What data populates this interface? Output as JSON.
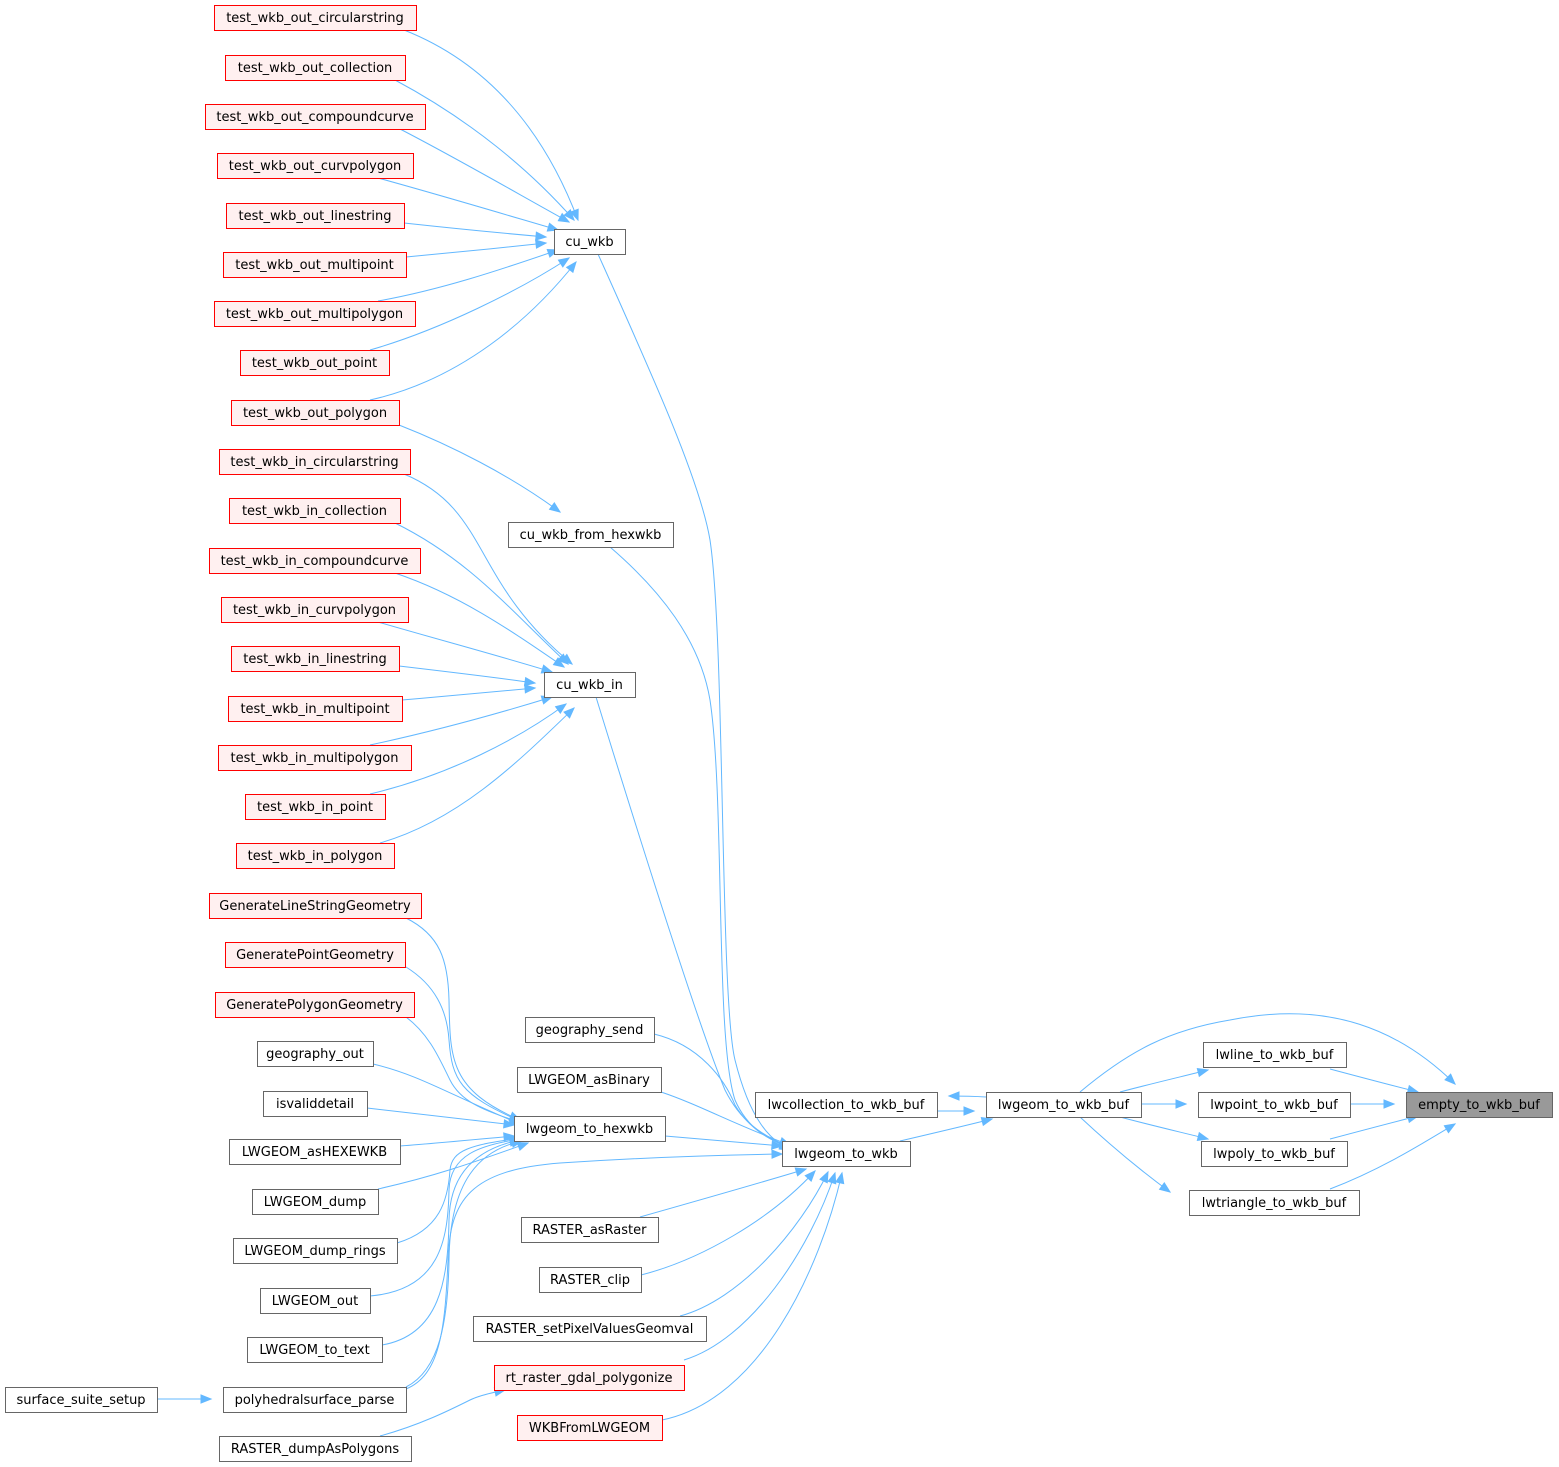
{
  "nodes": {
    "empty_to_wkb_buf": {
      "label": "empty_to_wkb_buf",
      "kind": "focus"
    },
    "lwline_to_wkb_buf": {
      "label": "lwline_to_wkb_buf",
      "kind": "gray"
    },
    "lwpoint_to_wkb_buf": {
      "label": "lwpoint_to_wkb_buf",
      "kind": "gray"
    },
    "lwpoly_to_wkb_buf": {
      "label": "lwpoly_to_wkb_buf",
      "kind": "gray"
    },
    "lwtriangle_to_wkb_buf": {
      "label": "lwtriangle_to_wkb_buf",
      "kind": "gray"
    },
    "lwgeom_to_wkb_buf": {
      "label": "lwgeom_to_wkb_buf",
      "kind": "gray"
    },
    "lwcollection_to_wkb_buf": {
      "label": "lwcollection_to_wkb_buf",
      "kind": "gray"
    },
    "lwgeom_to_wkb": {
      "label": "lwgeom_to_wkb",
      "kind": "gray"
    },
    "cu_wkb": {
      "label": "cu_wkb",
      "kind": "gray"
    },
    "cu_wkb_from_hexwkb": {
      "label": "cu_wkb_from_hexwkb",
      "kind": "gray"
    },
    "cu_wkb_in": {
      "label": "cu_wkb_in",
      "kind": "gray"
    },
    "geography_send": {
      "label": "geography_send",
      "kind": "gray"
    },
    "LWGEOM_asBinary": {
      "label": "LWGEOM_asBinary",
      "kind": "gray"
    },
    "lwgeom_to_hexwkb": {
      "label": "lwgeom_to_hexwkb",
      "kind": "gray"
    },
    "RASTER_asRaster": {
      "label": "RASTER_asRaster",
      "kind": "gray"
    },
    "RASTER_clip": {
      "label": "RASTER_clip",
      "kind": "gray"
    },
    "RASTER_setPixelValuesGeomval": {
      "label": "RASTER_setPixelValuesGeomval",
      "kind": "gray"
    },
    "rt_raster_gdal_polygonize": {
      "label": "rt_raster_gdal_polygonize",
      "kind": "red"
    },
    "WKBFromLWGEOM": {
      "label": "WKBFromLWGEOM",
      "kind": "red"
    },
    "test_wkb_out_circularstring": {
      "label": "test_wkb_out_circularstring",
      "kind": "red"
    },
    "test_wkb_out_collection": {
      "label": "test_wkb_out_collection",
      "kind": "red"
    },
    "test_wkb_out_compoundcurve": {
      "label": "test_wkb_out_compoundcurve",
      "kind": "red"
    },
    "test_wkb_out_curvpolygon": {
      "label": "test_wkb_out_curvpolygon",
      "kind": "red"
    },
    "test_wkb_out_linestring": {
      "label": "test_wkb_out_linestring",
      "kind": "red"
    },
    "test_wkb_out_multipoint": {
      "label": "test_wkb_out_multipoint",
      "kind": "red"
    },
    "test_wkb_out_multipolygon": {
      "label": "test_wkb_out_multipolygon",
      "kind": "red"
    },
    "test_wkb_out_point": {
      "label": "test_wkb_out_point",
      "kind": "red"
    },
    "test_wkb_out_polygon": {
      "label": "test_wkb_out_polygon",
      "kind": "red"
    },
    "test_wkb_in_circularstring": {
      "label": "test_wkb_in_circularstring",
      "kind": "red"
    },
    "test_wkb_in_collection": {
      "label": "test_wkb_in_collection",
      "kind": "red"
    },
    "test_wkb_in_compoundcurve": {
      "label": "test_wkb_in_compoundcurve",
      "kind": "red"
    },
    "test_wkb_in_curvpolygon": {
      "label": "test_wkb_in_curvpolygon",
      "kind": "red"
    },
    "test_wkb_in_linestring": {
      "label": "test_wkb_in_linestring",
      "kind": "red"
    },
    "test_wkb_in_multipoint": {
      "label": "test_wkb_in_multipoint",
      "kind": "red"
    },
    "test_wkb_in_multipolygon": {
      "label": "test_wkb_in_multipolygon",
      "kind": "red"
    },
    "test_wkb_in_point": {
      "label": "test_wkb_in_point",
      "kind": "red"
    },
    "test_wkb_in_polygon": {
      "label": "test_wkb_in_polygon",
      "kind": "red"
    },
    "GenerateLineStringGeometry": {
      "label": "GenerateLineStringGeometry",
      "kind": "red"
    },
    "GeneratePointGeometry": {
      "label": "GeneratePointGeometry",
      "kind": "red"
    },
    "GeneratePolygonGeometry": {
      "label": "GeneratePolygonGeometry",
      "kind": "red"
    },
    "geography_out": {
      "label": "geography_out",
      "kind": "gray"
    },
    "isvaliddetail": {
      "label": "isvaliddetail",
      "kind": "gray"
    },
    "LWGEOM_asHEXEWKB": {
      "label": "LWGEOM_asHEXEWKB",
      "kind": "gray"
    },
    "LWGEOM_dump": {
      "label": "LWGEOM_dump",
      "kind": "gray"
    },
    "LWGEOM_dump_rings": {
      "label": "LWGEOM_dump_rings",
      "kind": "gray"
    },
    "LWGEOM_out": {
      "label": "LWGEOM_out",
      "kind": "gray"
    },
    "LWGEOM_to_text": {
      "label": "LWGEOM_to_text",
      "kind": "gray"
    },
    "polyhedralsurface_parse": {
      "label": "polyhedralsurface_parse",
      "kind": "gray"
    },
    "surface_suite_setup": {
      "label": "surface_suite_setup",
      "kind": "gray"
    },
    "RASTER_dumpAsPolygons": {
      "label": "RASTER_dumpAsPolygons",
      "kind": "gray"
    }
  },
  "edges": [
    [
      "lwline_to_wkb_buf",
      "empty_to_wkb_buf"
    ],
    [
      "lwpoint_to_wkb_buf",
      "empty_to_wkb_buf"
    ],
    [
      "lwpoly_to_wkb_buf",
      "empty_to_wkb_buf"
    ],
    [
      "lwtriangle_to_wkb_buf",
      "empty_to_wkb_buf"
    ],
    [
      "lwgeom_to_wkb_buf",
      "empty_to_wkb_buf"
    ],
    [
      "lwgeom_to_wkb_buf",
      "lwline_to_wkb_buf"
    ],
    [
      "lwgeom_to_wkb_buf",
      "lwpoint_to_wkb_buf"
    ],
    [
      "lwgeom_to_wkb_buf",
      "lwpoly_to_wkb_buf"
    ],
    [
      "lwgeom_to_wkb_buf",
      "lwtriangle_to_wkb_buf"
    ],
    [
      "lwgeom_to_wkb_buf",
      "lwcollection_to_wkb_buf"
    ],
    [
      "lwcollection_to_wkb_buf",
      "lwgeom_to_wkb_buf"
    ],
    [
      "lwgeom_to_wkb",
      "lwgeom_to_wkb_buf"
    ],
    [
      "cu_wkb",
      "lwgeom_to_wkb"
    ],
    [
      "cu_wkb_from_hexwkb",
      "lwgeom_to_wkb"
    ],
    [
      "cu_wkb_in",
      "lwgeom_to_wkb"
    ],
    [
      "geography_send",
      "lwgeom_to_wkb"
    ],
    [
      "LWGEOM_asBinary",
      "lwgeom_to_wkb"
    ],
    [
      "lwgeom_to_hexwkb",
      "lwgeom_to_wkb"
    ],
    [
      "RASTER_asRaster",
      "lwgeom_to_wkb"
    ],
    [
      "RASTER_clip",
      "lwgeom_to_wkb"
    ],
    [
      "RASTER_setPixelValuesGeomval",
      "lwgeom_to_wkb"
    ],
    [
      "rt_raster_gdal_polygonize",
      "lwgeom_to_wkb"
    ],
    [
      "WKBFromLWGEOM",
      "lwgeom_to_wkb"
    ],
    [
      "polyhedralsurface_parse",
      "lwgeom_to_wkb"
    ],
    [
      "test_wkb_out_circularstring",
      "cu_wkb"
    ],
    [
      "test_wkb_out_collection",
      "cu_wkb"
    ],
    [
      "test_wkb_out_compoundcurve",
      "cu_wkb"
    ],
    [
      "test_wkb_out_curvpolygon",
      "cu_wkb"
    ],
    [
      "test_wkb_out_linestring",
      "cu_wkb"
    ],
    [
      "test_wkb_out_multipoint",
      "cu_wkb"
    ],
    [
      "test_wkb_out_multipolygon",
      "cu_wkb"
    ],
    [
      "test_wkb_out_point",
      "cu_wkb"
    ],
    [
      "test_wkb_out_polygon",
      "cu_wkb"
    ],
    [
      "test_wkb_out_polygon",
      "cu_wkb_from_hexwkb"
    ],
    [
      "test_wkb_in_circularstring",
      "cu_wkb_in"
    ],
    [
      "test_wkb_in_collection",
      "cu_wkb_in"
    ],
    [
      "test_wkb_in_compoundcurve",
      "cu_wkb_in"
    ],
    [
      "test_wkb_in_curvpolygon",
      "cu_wkb_in"
    ],
    [
      "test_wkb_in_linestring",
      "cu_wkb_in"
    ],
    [
      "test_wkb_in_multipoint",
      "cu_wkb_in"
    ],
    [
      "test_wkb_in_multipolygon",
      "cu_wkb_in"
    ],
    [
      "test_wkb_in_point",
      "cu_wkb_in"
    ],
    [
      "test_wkb_in_polygon",
      "cu_wkb_in"
    ],
    [
      "GenerateLineStringGeometry",
      "lwgeom_to_hexwkb"
    ],
    [
      "GeneratePointGeometry",
      "lwgeom_to_hexwkb"
    ],
    [
      "GeneratePolygonGeometry",
      "lwgeom_to_hexwkb"
    ],
    [
      "geography_out",
      "lwgeom_to_hexwkb"
    ],
    [
      "isvaliddetail",
      "lwgeom_to_hexwkb"
    ],
    [
      "LWGEOM_asHEXEWKB",
      "lwgeom_to_hexwkb"
    ],
    [
      "LWGEOM_dump",
      "lwgeom_to_hexwkb"
    ],
    [
      "LWGEOM_dump_rings",
      "lwgeom_to_hexwkb"
    ],
    [
      "LWGEOM_out",
      "lwgeom_to_hexwkb"
    ],
    [
      "LWGEOM_to_text",
      "lwgeom_to_hexwkb"
    ],
    [
      "polyhedralsurface_parse",
      "lwgeom_to_hexwkb"
    ],
    [
      "surface_suite_setup",
      "polyhedralsurface_parse"
    ],
    [
      "RASTER_dumpAsPolygons",
      "rt_raster_gdal_polygonize"
    ]
  ]
}
